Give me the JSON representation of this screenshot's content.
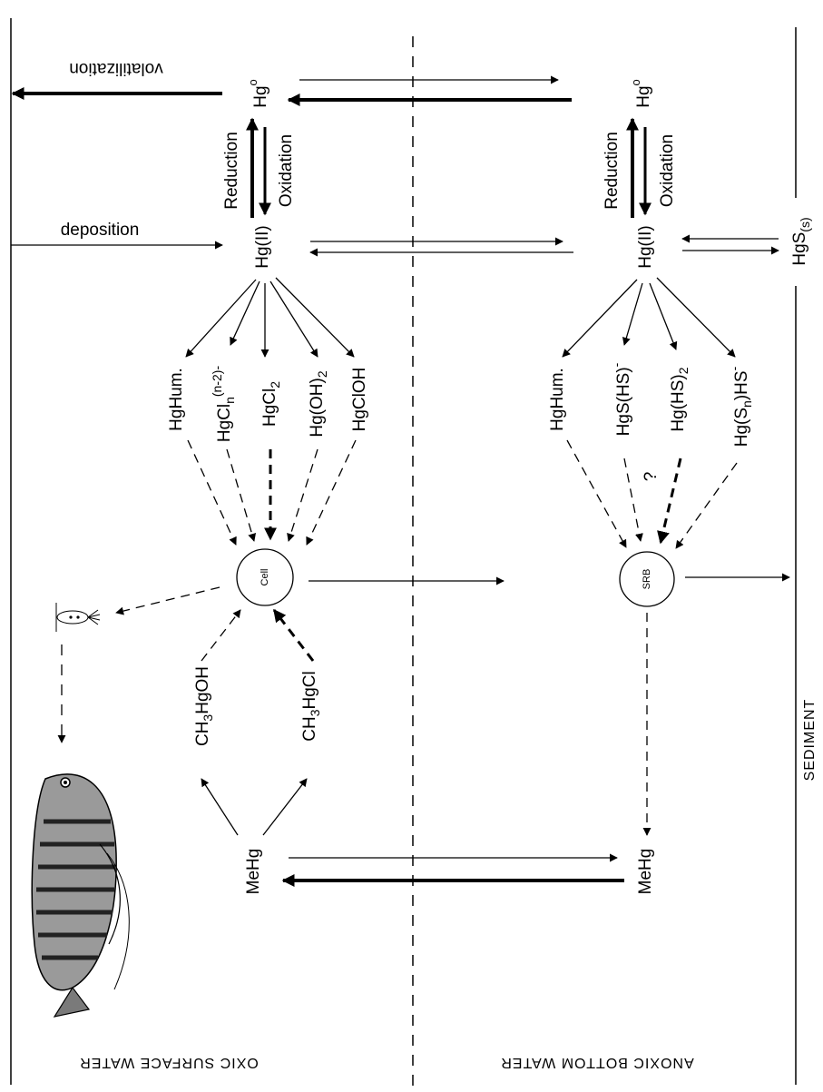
{
  "zones": {
    "oxic": "OXIC SURFACE WATER",
    "anoxic": "ANOXIC BOTTOM WATER",
    "sediment": "SEDIMENT"
  },
  "processes": {
    "volatilization": "volatilization",
    "deposition": "deposition",
    "reduction": "Reduction",
    "oxidation": "Oxidation"
  },
  "surface": {
    "hg0": "Hg",
    "hg0_sup": "o",
    "hg2": "Hg(II)",
    "cell": "Cell",
    "mehg": "MeHg",
    "species": [
      {
        "base": "HgHum.",
        "sub": "",
        "sup": "",
        "tail": ""
      },
      {
        "base": "HgCl",
        "sub": "n",
        "sup": "(n-2)-",
        "tail": ""
      },
      {
        "base": "HgCl",
        "sub": "2",
        "sup": "",
        "tail": ""
      },
      {
        "base": "Hg(OH)",
        "sub": "2",
        "sup": "",
        "tail": ""
      },
      {
        "base": "HgClOH",
        "sub": "",
        "sup": "",
        "tail": ""
      }
    ],
    "methyl_species": [
      {
        "pre": "CH",
        "sub": "3",
        "post": "HgOH"
      },
      {
        "pre": "CH",
        "sub": "3",
        "post": "HgCl"
      }
    ]
  },
  "bottom": {
    "hg0": "Hg",
    "hg0_sup": "o",
    "hg2": "Hg(II)",
    "srb": "SRB",
    "mehg": "MeHg",
    "question": "?",
    "hgs_base": "HgS",
    "hgs_sub": "(s)",
    "species": [
      {
        "base": "HgHum.",
        "sub": "",
        "sup": "",
        "tail": ""
      },
      {
        "base": "HgS(HS)",
        "sub": "",
        "sup": "-",
        "tail": ""
      },
      {
        "base": "Hg(HS)",
        "sub": "2",
        "sup": "",
        "tail": ""
      },
      {
        "base": "Hg(S",
        "sub": "n",
        "sup": "",
        "tail": ")HS"
      }
    ],
    "last_species_sup": "-"
  },
  "icons": [
    "zooplankton-icon",
    "fish-icon"
  ]
}
